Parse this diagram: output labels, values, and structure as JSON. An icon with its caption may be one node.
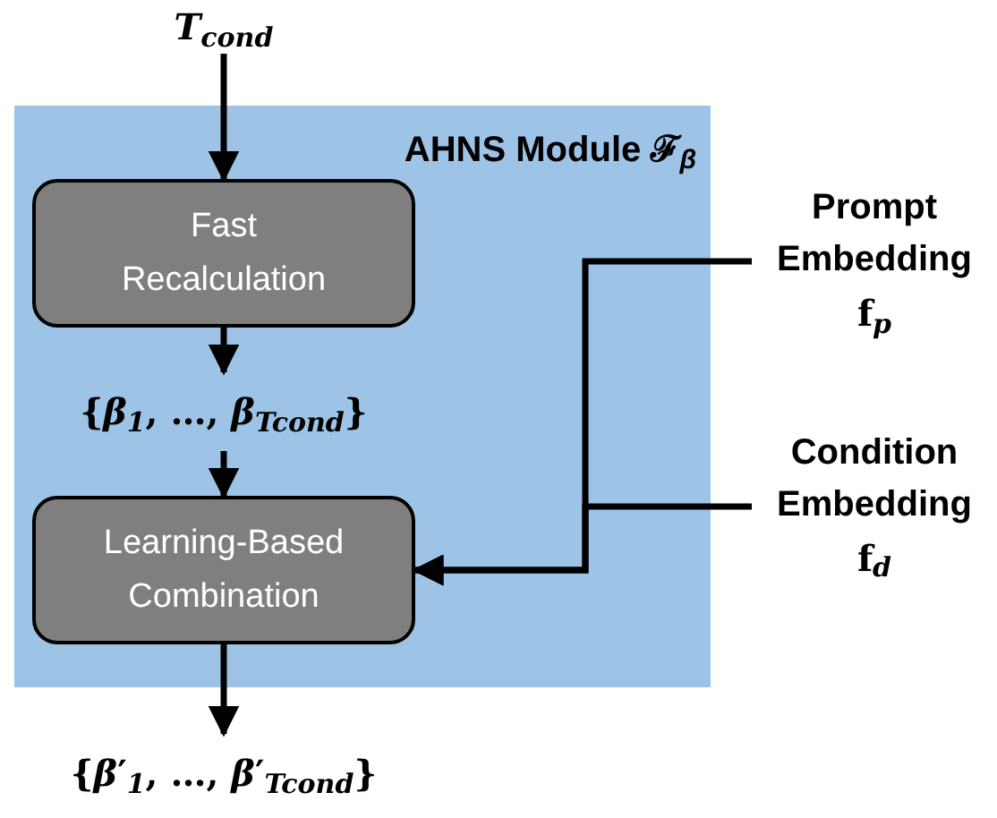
{
  "diagram": {
    "nodes": [
      {
        "text": [
          "AHNS Module ℱ$_{β}$"
        ]
      },
      {
        "text": [
          "*T*$_{cond}$"
        ]
      },
      {
        "text": [
          "Fast Recalculation"
        ],
        "in": 0
      },
      {
        "text": [
          "{*β*$_{1}$, …, *β*$_{Tcond}$}"
        ],
        "in": 0
      },
      {
        "text": [
          "Learning-Based Combination"
        ],
        "in": 0
      },
      {
        "text": [
          "{*β*′$_{1}$, …, *β*′$_{Tcond}$}"
        ]
      },
      {
        "text": [
          "Prompt Embedding",
          "f$_{p}$"
        ]
      },
      {
        "text": [
          "Condition Embedding",
          "f$_{d}$"
        ]
      }
    ],
    "edges": [
      {
        "from": 1,
        "to": 2,
        "arrow": "to"
      },
      {
        "from": 2,
        "to": 3,
        "arrow": "to"
      },
      {
        "from": 3,
        "to": 4,
        "arrow": "to"
      },
      {
        "from": 4,
        "to": 5,
        "arrow": "to"
      },
      {
        "from": 6,
        "to": 4,
        "arrow": "to"
      },
      {
        "from": 7,
        "to": 4,
        "arrow": "to"
      }
    ]
  }
}
